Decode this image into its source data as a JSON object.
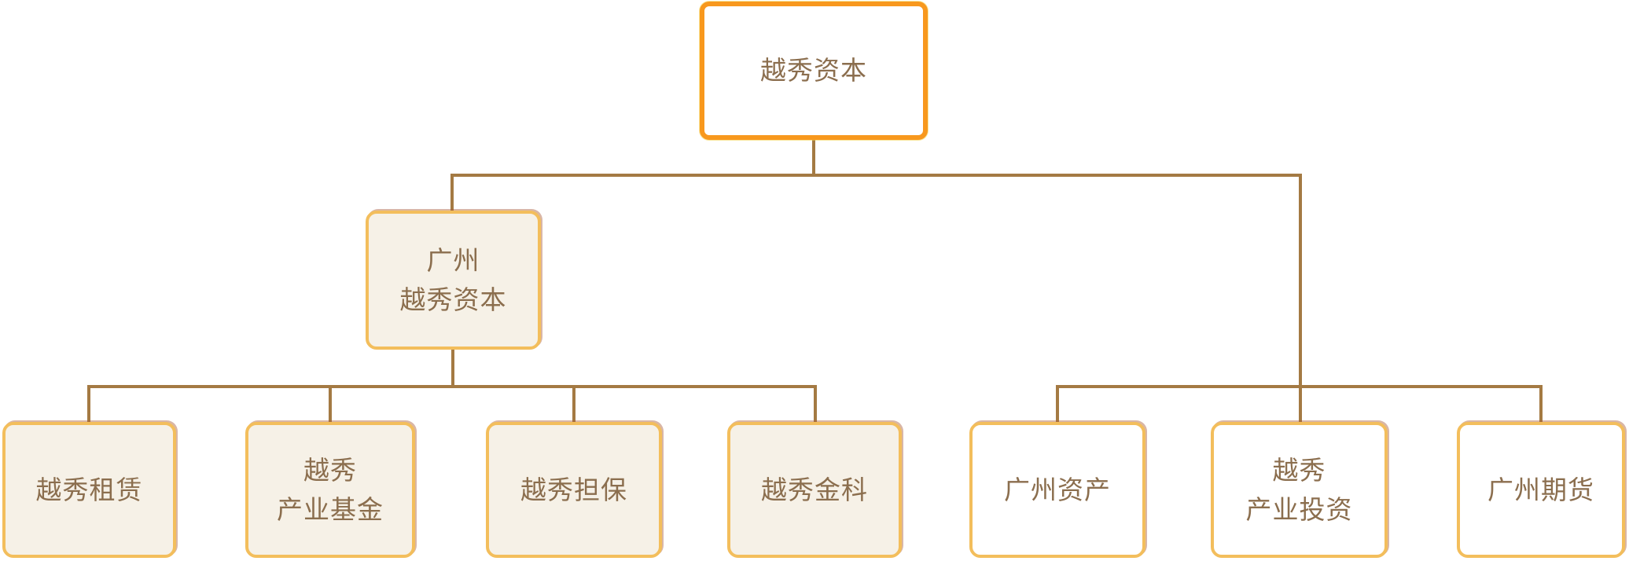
{
  "org_chart": {
    "type": "org-tree",
    "levels": 3,
    "colors": {
      "root_border_orange": "#F8981D",
      "child_border_gold": "#F3BE5C",
      "fill_cream": "#F6F1E7",
      "fill_white": "#FFFFFF",
      "connector_brown": "#A47A43",
      "text_brown": "#8B6E4E"
    }
  },
  "nodes": [
    {
      "id": "yuexiu-capital",
      "label": "越秀资本",
      "level": 1,
      "parent": null,
      "style": "root-orange-white"
    },
    {
      "id": "gz-yuexiu-capital",
      "label": "广州\n越秀资本",
      "level": 2,
      "parent": "yuexiu-capital",
      "style": "cream"
    },
    {
      "id": "yuexiu-leasing",
      "label": "越秀租赁",
      "level": 3,
      "parent": "gz-yuexiu-capital",
      "style": "cream"
    },
    {
      "id": "yuexiu-industry-fund",
      "label": "越秀\n产业基金",
      "level": 3,
      "parent": "gz-yuexiu-capital",
      "style": "cream"
    },
    {
      "id": "yuexiu-guarantee",
      "label": "越秀担保",
      "level": 3,
      "parent": "gz-yuexiu-capital",
      "style": "cream"
    },
    {
      "id": "yuexiu-fintech",
      "label": "越秀金科",
      "level": 3,
      "parent": "gz-yuexiu-capital",
      "style": "cream"
    },
    {
      "id": "guangzhou-assets",
      "label": "广州资产",
      "level": 3,
      "parent": "yuexiu-capital",
      "style": "white"
    },
    {
      "id": "yuexiu-industry-invest",
      "label": "越秀\n产业投资",
      "level": 3,
      "parent": "yuexiu-capital",
      "style": "white"
    },
    {
      "id": "guangzhou-futures",
      "label": "广州期货",
      "level": 3,
      "parent": "yuexiu-capital",
      "style": "white"
    }
  ]
}
